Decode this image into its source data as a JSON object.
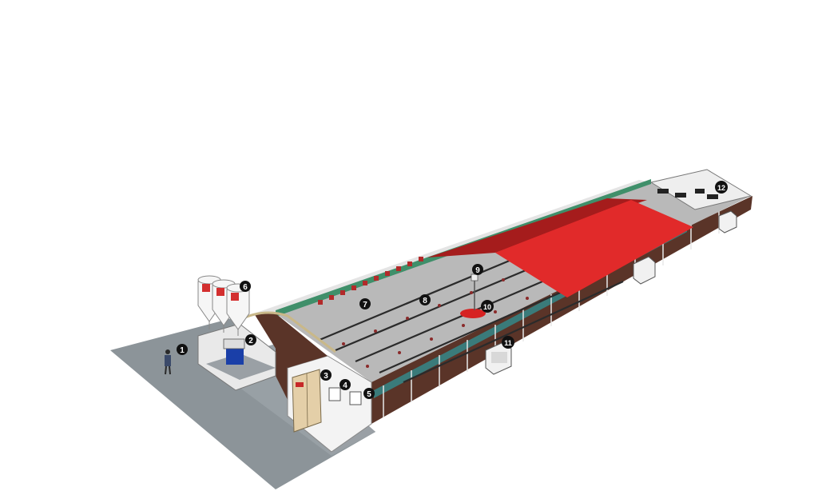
{
  "diagram": {
    "callouts": [
      {
        "id": "1",
        "label": "1"
      },
      {
        "id": "2",
        "label": "2"
      },
      {
        "id": "3",
        "label": "3"
      },
      {
        "id": "4",
        "label": "4"
      },
      {
        "id": "5",
        "label": "5"
      },
      {
        "id": "6",
        "label": "6"
      },
      {
        "id": "7",
        "label": "7"
      },
      {
        "id": "8",
        "label": "8"
      },
      {
        "id": "9",
        "label": "9"
      },
      {
        "id": "10",
        "label": "10"
      },
      {
        "id": "11",
        "label": "11"
      },
      {
        "id": "12",
        "label": "12"
      }
    ],
    "colors": {
      "floor": "#8c9499",
      "wall_brown": "#5a3428",
      "roof_red": "#e12a2a",
      "roof_dark": "#a51c1c",
      "house_floor": "#b9b9b9",
      "panel": "#e4cfa8",
      "accent_green": "#3f8f6a",
      "badge": "#111111",
      "badge_text": "#ffffff"
    },
    "icons": [
      "silo-icon",
      "person-icon",
      "control-panel-icon",
      "fan-icon",
      "feeder-icon",
      "drinker-icon"
    ]
  }
}
